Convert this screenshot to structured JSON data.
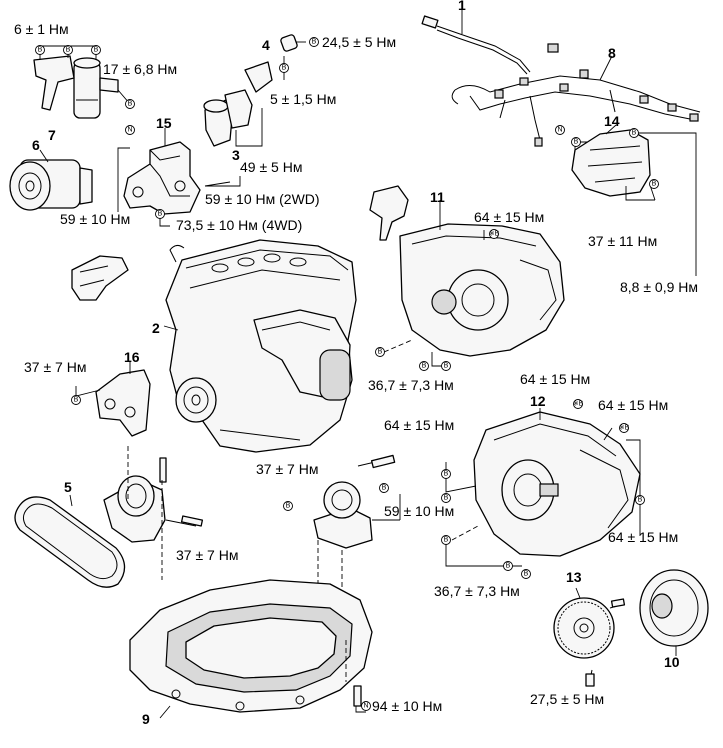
{
  "callouts": {
    "p1": "1",
    "p2": "2",
    "p3": "3",
    "p4": "4",
    "p5": "5",
    "p6": "6",
    "p7": "7",
    "p8": "8",
    "p9": "9",
    "p10": "10",
    "p11": "11",
    "p12": "12",
    "p13": "13",
    "p14": "14",
    "p15": "15",
    "p16": "16"
  },
  "torques": {
    "t_6": "6 ± 1 Нм",
    "t_17": "17 ± 6,8 Нм",
    "t_24": "24,5 ± 5 Нм",
    "t_5": "5 ± 1,5 Нм",
    "t_49": "49 ± 5 Нм",
    "t_59_2wd": "59 ± 10 Нм (2WD)",
    "t_73": "73,5 ± 10 Нм (4WD)",
    "t_59_l": "59 ± 10 Нм",
    "t_64_a": "64 ± 15 Нм",
    "t_37_11": "37 ± 11 Нм",
    "t_8_8": "8,8 ± 0,9 Нм",
    "t_36_a": "36,7 ± 7,3 Нм",
    "t_37_7a": "37 ± 7 Нм",
    "t_64_b": "64 ± 15 Нм",
    "t_64_c": "64 ± 15 Нм",
    "t_64_d": "64 ± 15 Нм",
    "t_37_7b": "37 ± 7 Нм",
    "t_59_b": "59 ± 10 Нм",
    "t_64_e": "64 ± 15 Нм",
    "t_37_7c": "37 ± 7 Нм",
    "t_36_b": "36,7 ± 7,3 Нм",
    "t_27": "27,5 ± 5 Нм",
    "t_94": "94 ± 10 Нм"
  },
  "markers": {
    "bolt": "B",
    "nut": "N",
    "special": "※B"
  }
}
